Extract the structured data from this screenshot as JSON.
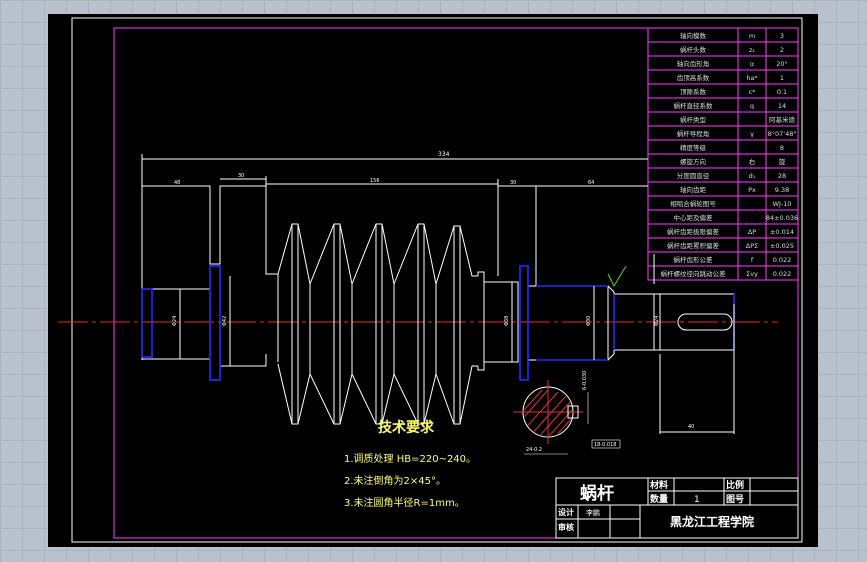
{
  "params": [
    {
      "name": "轴向模数",
      "sym": "m",
      "val": "3"
    },
    {
      "name": "蜗杆头数",
      "sym": "z₁",
      "val": "2"
    },
    {
      "name": "轴向齿形角",
      "sym": "α",
      "val": "20°"
    },
    {
      "name": "齿顶高系数",
      "sym": "ha*",
      "val": "1"
    },
    {
      "name": "顶隙系数",
      "sym": "c*",
      "val": "0.1"
    },
    {
      "name": "蜗杆直径系数",
      "sym": "q",
      "val": "14"
    },
    {
      "name": "蜗杆类型",
      "sym": "",
      "val": "阿基米德"
    },
    {
      "name": "蜗杆导程角",
      "sym": "γ",
      "val": "8°07'48\""
    },
    {
      "name": "精度等级",
      "sym": "",
      "val": "8"
    },
    {
      "name": "螺旋方向",
      "sym": "右",
      "val": "旋"
    },
    {
      "name": "分度圆直径",
      "sym": "d₁",
      "val": "28"
    },
    {
      "name": "轴向齿距",
      "sym": "Px",
      "val": "9.38"
    },
    {
      "name": "相啮合蜗轮图号",
      "sym": "",
      "val": "WJ-10"
    },
    {
      "name": "中心距及偏差",
      "sym": "",
      "val": "84±0.036"
    },
    {
      "name": "蜗杆齿距极限偏差",
      "sym": "ΔP",
      "val": "±0.014"
    },
    {
      "name": "蜗杆齿距累积偏差",
      "sym": "ΔPΣ",
      "val": "±0.025"
    },
    {
      "name": "蜗杆齿形公差",
      "sym": "f",
      "val": "0.022"
    },
    {
      "name": "蜗杆螺纹径向跳动公差",
      "sym": "Σvy",
      "val": "0.022"
    }
  ],
  "notes": {
    "title": "技术要求",
    "items": [
      "1.调质处理 HB=220~240。",
      "2.未注倒角为2×45°。",
      "3.未注圆角半径R=1mm。"
    ]
  },
  "title_block": {
    "part_name": "蜗杆",
    "material_label": "材料",
    "quantity_label": "数量",
    "quantity": "1",
    "scale_label": "比例",
    "drawing_no_label": "图号",
    "designer_label": "设计",
    "designer": "李鹏",
    "reviewer_label": "审核",
    "school": "黑龙江工程学院"
  },
  "section_dims": {
    "depth": "24-0.2",
    "key": "6-0.030",
    "extra": "18-0.018"
  },
  "colors": {
    "background": "#000000",
    "outline": "#ffffff",
    "frame": "#ff3cff",
    "shaft_shoulders": "#2828ff",
    "centerline": "#e03030",
    "hatch": "#ff3030",
    "tolerance": "#30e030"
  }
}
